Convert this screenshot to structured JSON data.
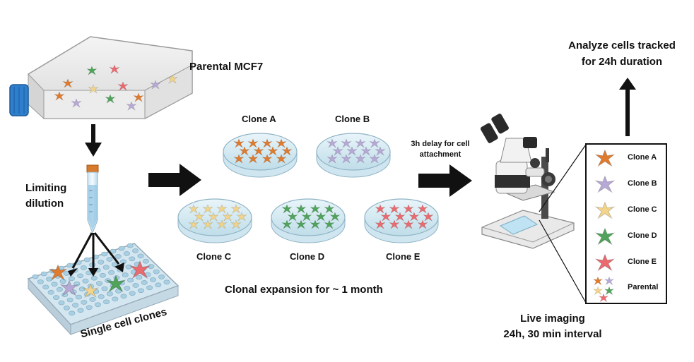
{
  "labels": {
    "parental_mcf7": "Parental MCF7",
    "limiting_dilution": [
      "Limiting",
      "dilution"
    ],
    "single_cell_clones": "Single cell clones",
    "clonal_expansion": "Clonal expansion for ~ 1 month",
    "delay": [
      "3h delay for cell",
      "attachment"
    ],
    "live_imaging": [
      "Live imaging",
      "24h, 30 min interval"
    ],
    "analyze": [
      "Analyze cells tracked",
      "for 24h duration"
    ]
  },
  "clones": [
    {
      "name": "Clone A",
      "color": "#e07b2e"
    },
    {
      "name": "Clone B",
      "color": "#b7a9d6"
    },
    {
      "name": "Clone C",
      "color": "#f2d48a"
    },
    {
      "name": "Clone D",
      "color": "#4fa35a"
    },
    {
      "name": "Clone E",
      "color": "#ea6a6f"
    }
  ],
  "legend": {
    "items": [
      "Clone A",
      "Clone B",
      "Clone C",
      "Clone D",
      "Clone E",
      "Parental"
    ]
  }
}
